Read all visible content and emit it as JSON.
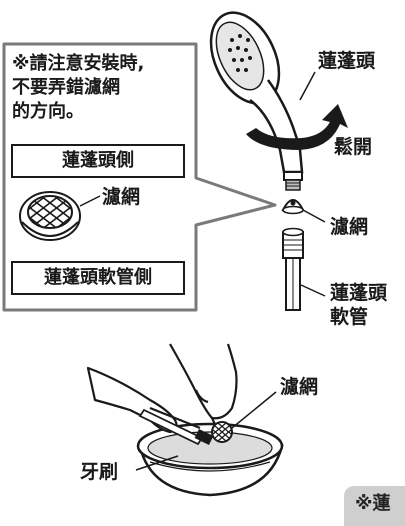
{
  "note": {
    "line1": "※請注意安裝時,",
    "line2": "不要弄錯濾網",
    "line3": "的方向。"
  },
  "callout": {
    "top_label": "蓮蓬頭側",
    "filter_label": "濾網",
    "bottom_label": "蓮蓬頭軟管側"
  },
  "labels": {
    "shower_head": "蓮蓬頭",
    "loosen": "鬆開",
    "filter": "濾網",
    "hose_line1": "蓮蓬頭",
    "hose_line2": "軟管",
    "filter_wash": "濾網",
    "toothbrush": "牙刷"
  },
  "corner_tab": "※蓮",
  "colors": {
    "callout_border": "#7a7a7a",
    "line": "#1a1a1a",
    "tab_bg": "#cfcfcf"
  }
}
